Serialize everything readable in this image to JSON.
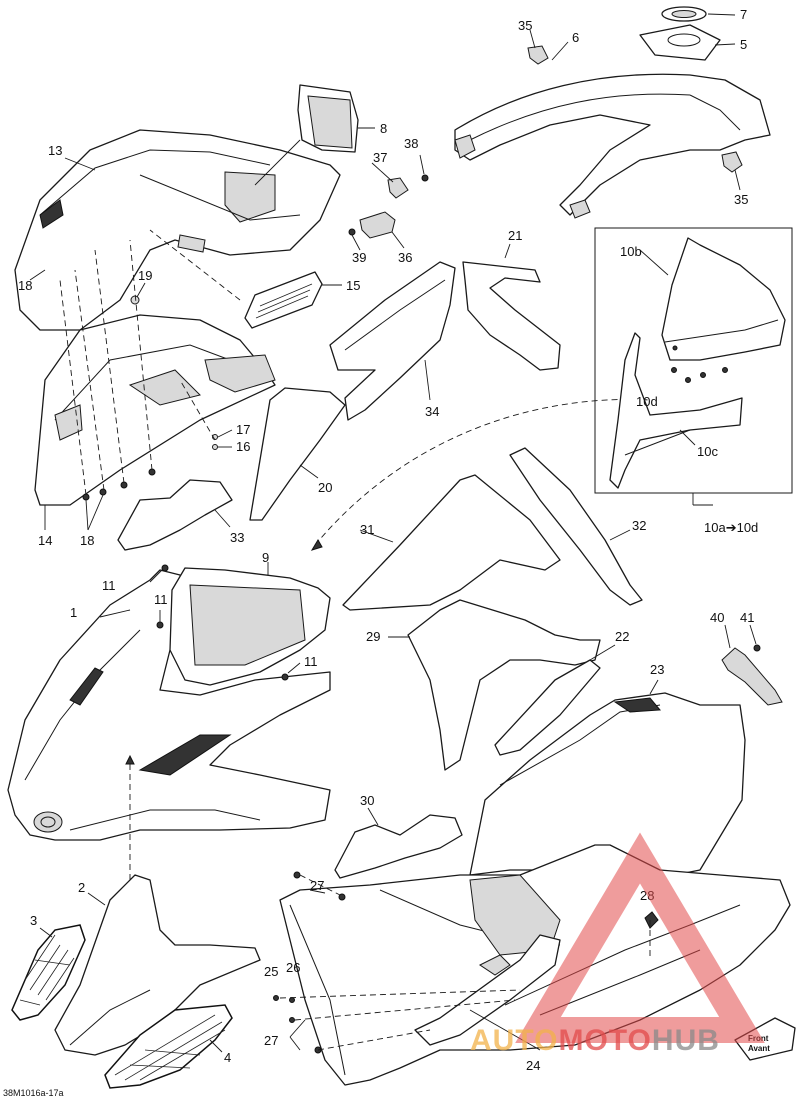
{
  "diagram": {
    "reference_code": "38M1016a-17a",
    "callouts": {
      "c1": "1",
      "c2": "2",
      "c3": "3",
      "c4": "4",
      "c5": "5",
      "c6": "6",
      "c7": "7",
      "c8": "8",
      "c9": "9",
      "c10a_10d": "10a➔10d",
      "c10b": "10b",
      "c10c": "10c",
      "c10d": "10d",
      "c11a": "11",
      "c11b": "11",
      "c11c": "11",
      "c13": "13",
      "c14": "14",
      "c15": "15",
      "c16": "16",
      "c17": "17",
      "c18a": "18",
      "c18b": "18",
      "c19": "19",
      "c20": "20",
      "c21": "21",
      "c22": "22",
      "c23": "23",
      "c24": "24",
      "c25": "25",
      "c26": "26",
      "c27a": "27",
      "c27b": "27",
      "c28": "28",
      "c29": "29",
      "c30": "30",
      "c31": "31",
      "c32": "32",
      "c33": "33",
      "c34": "34",
      "c35a": "35",
      "c35b": "35",
      "c36": "36",
      "c37": "37",
      "c38": "38",
      "c39": "39",
      "c40": "40",
      "c41": "41"
    },
    "front_tag": {
      "line1": "Front",
      "line2": "Avant"
    }
  },
  "watermark": {
    "text_part1": "AUTO",
    "text_part2": "MOTO",
    "text_part3": "HUB",
    "color_red": "#e24b4b",
    "color_orange": "#f2b24a",
    "color_gray": "#8a8a8a"
  }
}
